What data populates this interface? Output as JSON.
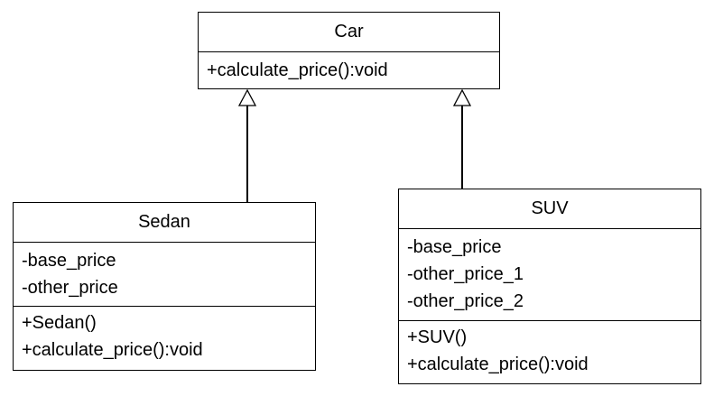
{
  "classes": {
    "car": {
      "name": "Car",
      "attributes": [],
      "methods": [
        "+calculate_price():void"
      ]
    },
    "sedan": {
      "name": "Sedan",
      "attributes": [
        "-base_price",
        "-other_price"
      ],
      "methods": [
        "+Sedan()",
        "+calculate_price():void"
      ]
    },
    "suv": {
      "name": "SUV",
      "attributes": [
        "-base_price",
        "-other_price_1",
        "-other_price_2"
      ],
      "methods": [
        "+SUV()",
        "+calculate_price():void"
      ]
    }
  },
  "relationships": [
    {
      "type": "generalization",
      "from": "Sedan",
      "to": "Car"
    },
    {
      "type": "generalization",
      "from": "SUV",
      "to": "Car"
    }
  ],
  "colors": {
    "line": "#000000",
    "background": "#ffffff"
  }
}
